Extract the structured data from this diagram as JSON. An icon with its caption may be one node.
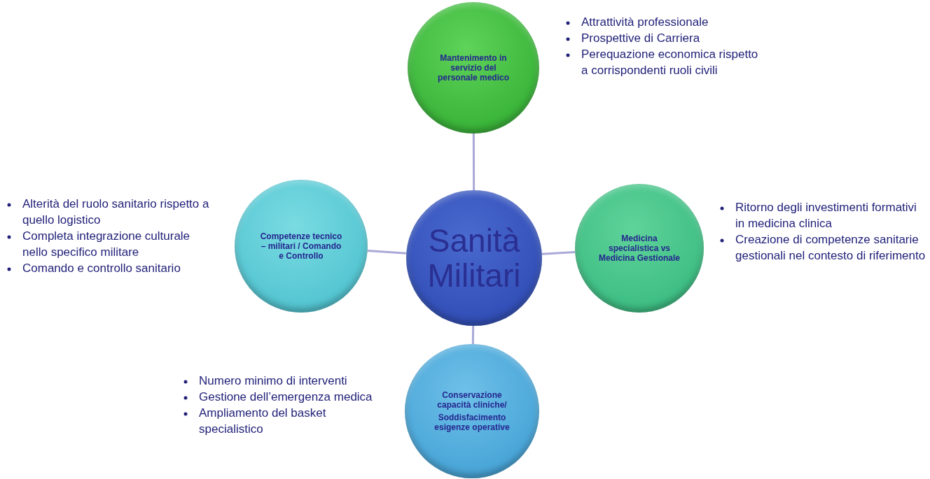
{
  "diagram": {
    "nodes": [
      {
        "text": [
          "Mantenimento in servizio del personale medico"
        ],
        "beside": [
          "Attrattività professionale",
          "Prospettive di Carriera",
          "Perequazione economica rispetto a corrispondenti ruoli civili"
        ]
      },
      {
        "text": [
          "Competenze tecnico – militari / Comando e Controllo"
        ],
        "beside": [
          "Alterità del ruolo sanitario rispetto a quello logistico",
          "Completa integrazione culturale nello specifico militare",
          "Comando e controllo sanitario"
        ]
      },
      {
        "text": [
          "Sanità Militari"
        ]
      },
      {
        "text": [
          "Medicina specialistica  vs Medicina Gestionale"
        ],
        "beside": [
          "Ritorno degli investimenti formativi in medicina clinica",
          "Creazione di competenze sanitarie gestionali nel contesto di riferimento"
        ]
      },
      {
        "text": [
          "Conservazione capacità cliniche/",
          "Soddisfacimento esigenze operative"
        ],
        "beside": [
          "Numero minimo di interventi",
          "Gestione dell’emergenza medica",
          "Ampliamento del basket specialistico"
        ]
      }
    ],
    "edges": [
      {
        "from": 2,
        "to": 0,
        "arrow": "none"
      },
      {
        "from": 2,
        "to": 1,
        "arrow": "none"
      },
      {
        "from": 2,
        "to": 3,
        "arrow": "none"
      },
      {
        "from": 2,
        "to": 4,
        "arrow": "none"
      }
    ]
  }
}
